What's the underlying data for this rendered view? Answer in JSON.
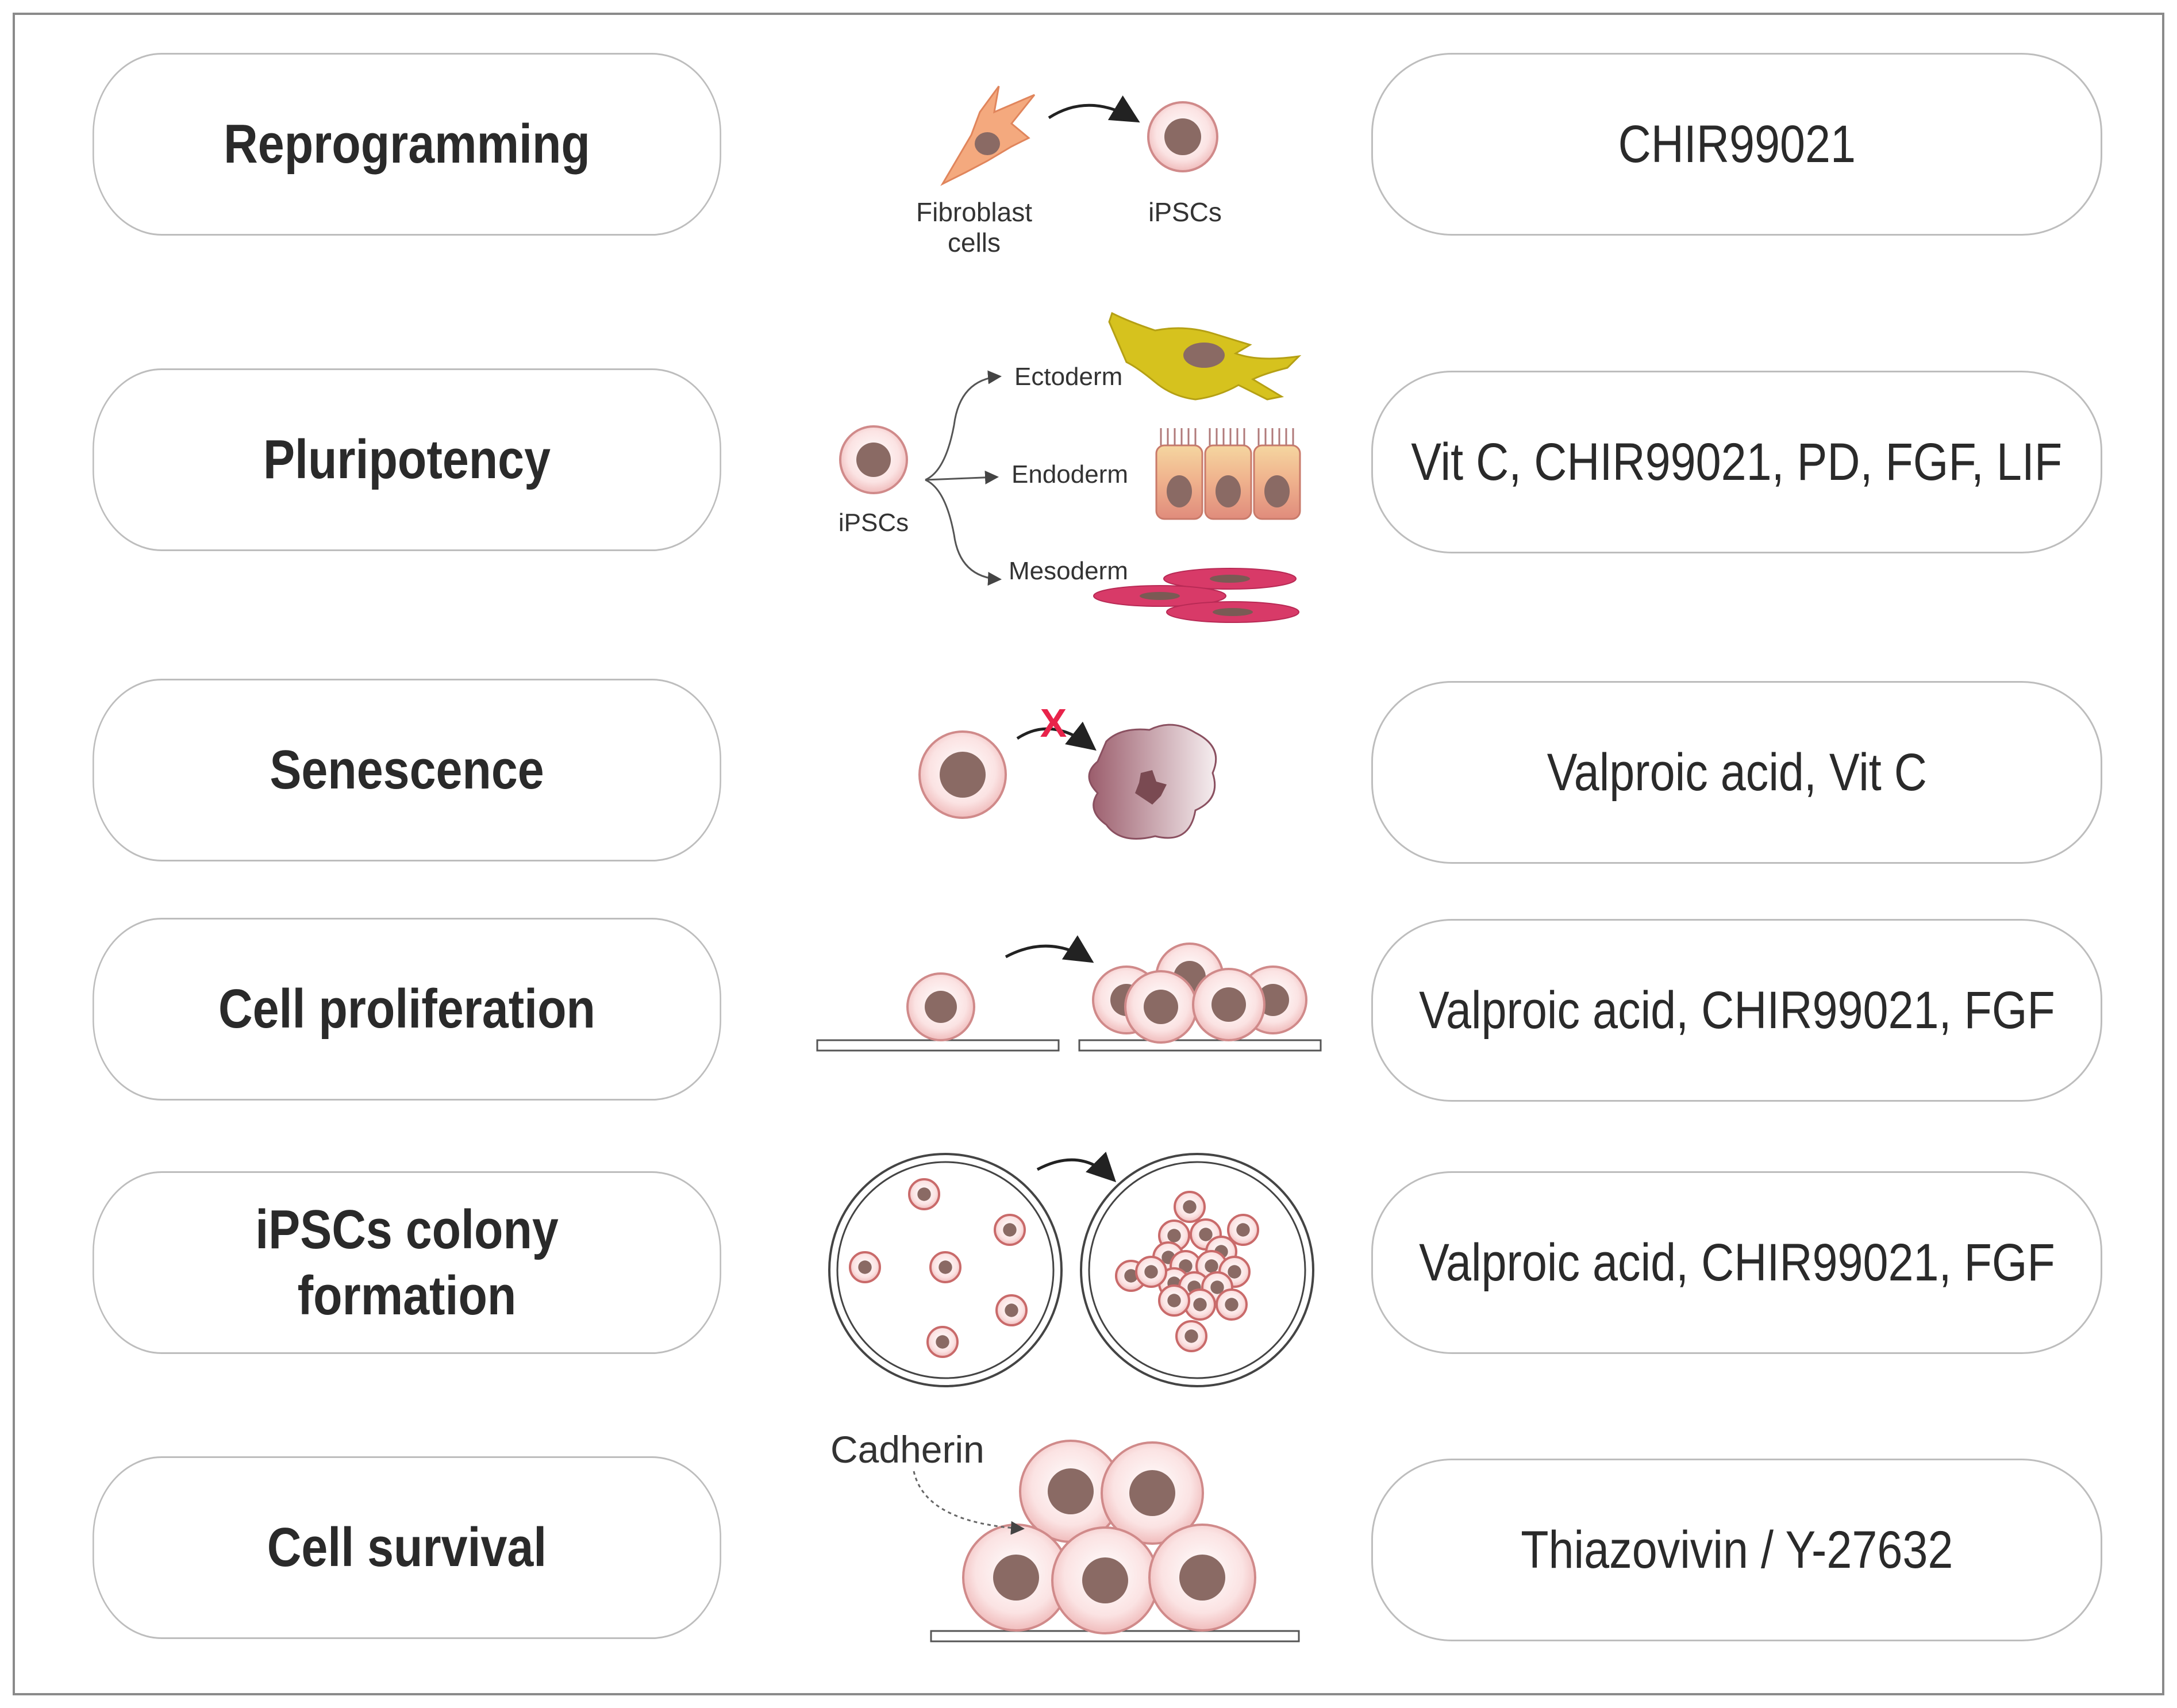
{
  "rows": [
    {
      "function": "Reprogramming",
      "compounds": "CHIR99021"
    },
    {
      "function": "Pluripotency",
      "compounds": "Vit C, CHIR99021, PD, FGF, LIF"
    },
    {
      "function": "Senescence",
      "compounds": "Valproic acid, Vit C"
    },
    {
      "function": "Cell proliferation",
      "compounds": "Valproic acid, CHIR99021, FGF"
    },
    {
      "function_line1": "iPSCs colony",
      "function_line2": "formation",
      "compounds": "Valproic acid, CHIR99021, FGF"
    },
    {
      "function": "Cell survival",
      "compounds": "Thiazovivin / Y-27632"
    }
  ],
  "illustrations": {
    "reprogramming": {
      "from_line1": "Fibroblast",
      "from_line2": "cells",
      "to": "iPSCs"
    },
    "pluripotency": {
      "source": "iPSCs",
      "ectoderm": "Ectoderm",
      "endoderm": "Endoderm",
      "mesoderm": "Mesoderm"
    },
    "senescence": {
      "blocked_mark": "X"
    },
    "survival": {
      "adhesion": "Cadherin"
    }
  },
  "colors": {
    "cell_fill": "#f6d3d3",
    "cell_stroke": "#c96a6a",
    "nucleus": "#8a6a64",
    "fibroblast": "#f4a97e",
    "ectoderm": "#d6c21e",
    "mesoderm": "#d83a68",
    "endoderm": "#ecb0a0",
    "block_x": "#e8234a"
  }
}
